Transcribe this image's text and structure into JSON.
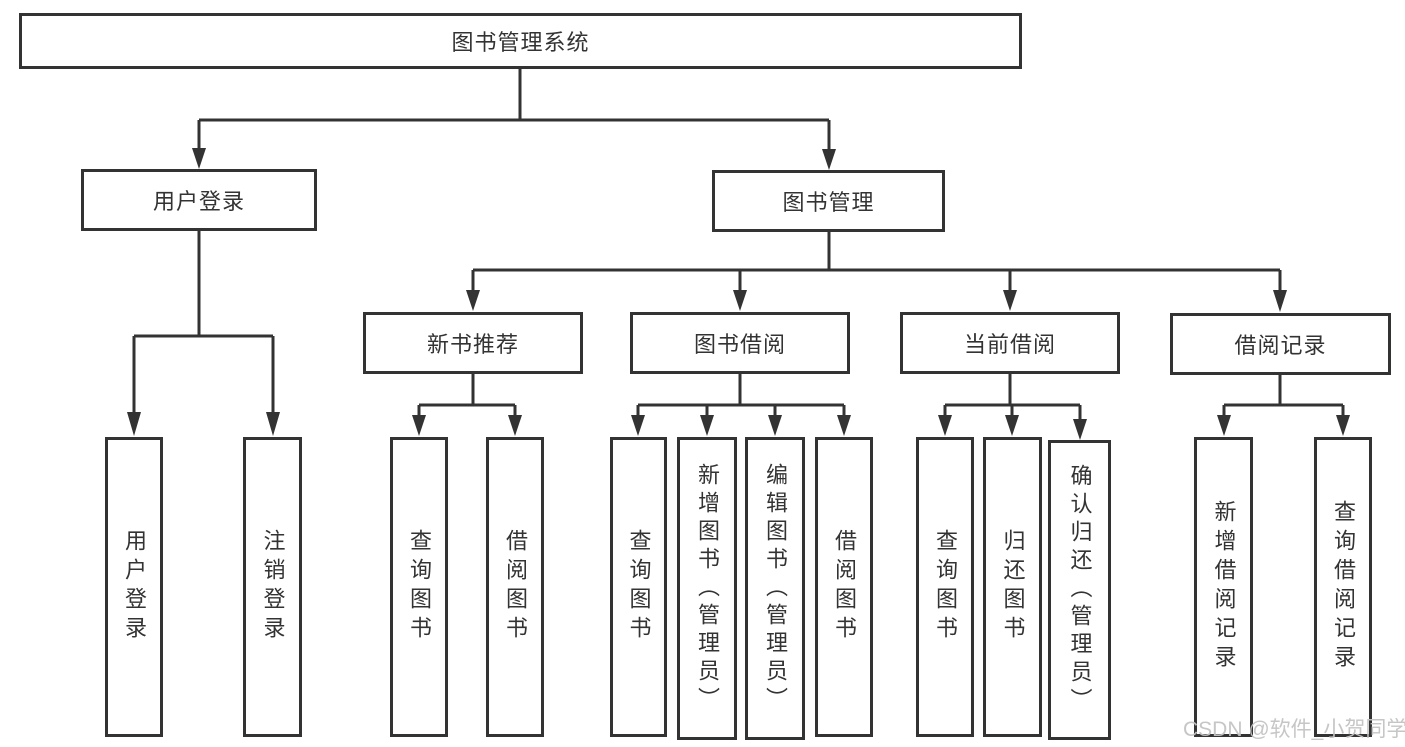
{
  "root": {
    "label": "图书管理系统"
  },
  "user_login": {
    "label": "用户登录",
    "leaves": [
      {
        "label": "用户登录"
      },
      {
        "label": "注销登录"
      }
    ]
  },
  "book_mgmt": {
    "label": "图书管理",
    "groups": [
      {
        "label": "新书推荐",
        "leaves": [
          {
            "label": "查询图书"
          },
          {
            "label": "借阅图书"
          }
        ]
      },
      {
        "label": "图书借阅",
        "leaves": [
          {
            "label": "查询图书"
          },
          {
            "label": "新增图书（管理员）"
          },
          {
            "label": "编辑图书（管理员）"
          },
          {
            "label": "借阅图书"
          }
        ]
      },
      {
        "label": "当前借阅",
        "leaves": [
          {
            "label": "查询图书"
          },
          {
            "label": "归还图书"
          },
          {
            "label": "确认归还（管理员）"
          }
        ]
      },
      {
        "label": "借阅记录",
        "leaves": [
          {
            "label": "新增借阅记录"
          },
          {
            "label": "查询借阅记录"
          }
        ]
      }
    ]
  },
  "watermark": "CSDN @软件_小贺同学",
  "colors": {
    "line": "#333333",
    "text": "#333333",
    "watermark": "#c3c3c3",
    "background": "#ffffff"
  }
}
